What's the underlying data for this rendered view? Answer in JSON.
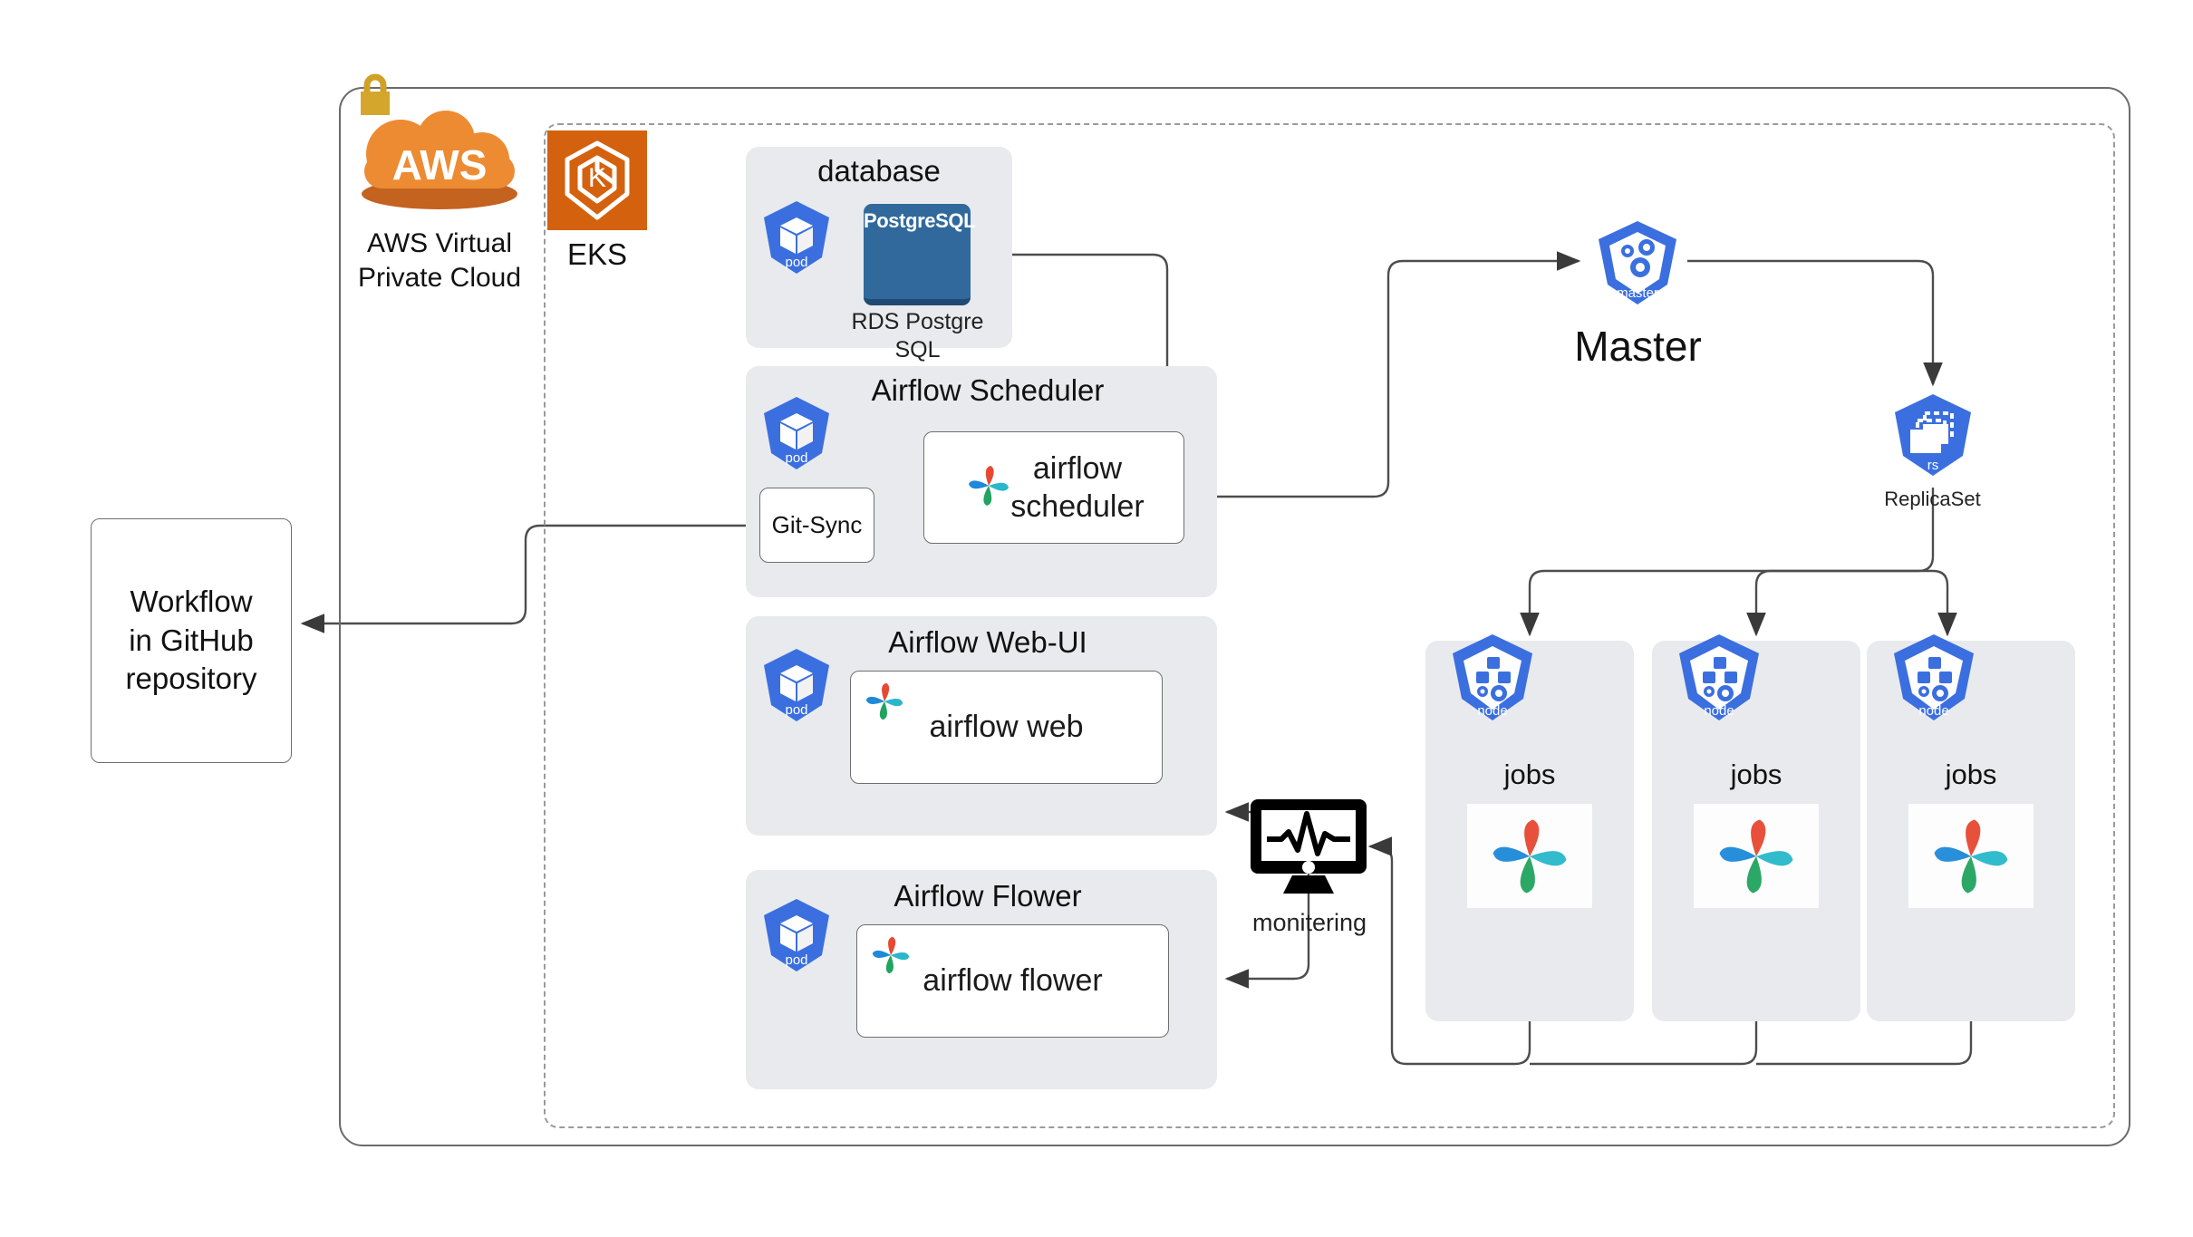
{
  "boundaries": {
    "vpc_name": "AWS Virtual Private Cloud",
    "eks_name": "EKS"
  },
  "cloud": {
    "provider_label": "AWS",
    "vpc_caption_line1": "AWS Virtual",
    "vpc_caption_line2": "Private Cloud",
    "lock_icon": "padlock-icon",
    "cloud_icon": "aws-cloud-icon"
  },
  "eks": {
    "label": "EKS",
    "icon": "kubernetes-eks-icon"
  },
  "workflow": {
    "line1": "Workflow",
    "line2": "in GitHub",
    "line3": "repository"
  },
  "groups": {
    "database": {
      "title": "database",
      "pod_label": "pod",
      "tile_label": "PostgreSQL",
      "caption_line1": "RDS Postgre",
      "caption_line2": "SQL"
    },
    "scheduler": {
      "title": "Airflow Scheduler",
      "pod_label": "pod",
      "gitsync_label": "Git-Sync",
      "card_line1": "airflow",
      "card_line2": "scheduler"
    },
    "webui": {
      "title": "Airflow Web-UI",
      "pod_label": "pod",
      "card_label": "airflow web"
    },
    "flower": {
      "title": "Airflow Flower",
      "pod_label": "pod",
      "card_label": "airflow flower"
    }
  },
  "cluster": {
    "master": {
      "badge": "master",
      "title": "Master",
      "icon": "kubernetes-master-gears-icon"
    },
    "replicaset": {
      "badge": "rs",
      "caption": "ReplicaSet",
      "icon": "kubernetes-replicaset-icon"
    },
    "nodes": [
      {
        "badge": "node",
        "title": "jobs",
        "icon": "kubernetes-node-icon",
        "logo": "airflow-pinwheel-icon"
      },
      {
        "badge": "node",
        "title": "jobs",
        "icon": "kubernetes-node-icon",
        "logo": "airflow-pinwheel-icon"
      },
      {
        "badge": "node",
        "title": "jobs",
        "icon": "kubernetes-node-icon",
        "logo": "airflow-pinwheel-icon"
      }
    ]
  },
  "monitoring": {
    "label": "monitering",
    "icon": "monitor-pulse-icon"
  },
  "colors": {
    "aws_orange": "#ed8b33",
    "aws_orange_dark": "#c4621f",
    "eks_orange": "#d4610e",
    "k8s_blue": "#3b6fe0",
    "postgres_blue": "#31699c",
    "group_grey": "#e8eaed",
    "edge_grey": "#4d4d4d",
    "airflow_red": "#e43921",
    "airflow_cyan": "#17b3c6",
    "airflow_blue": "#0a7fd6",
    "airflow_green": "#0f9d52"
  }
}
